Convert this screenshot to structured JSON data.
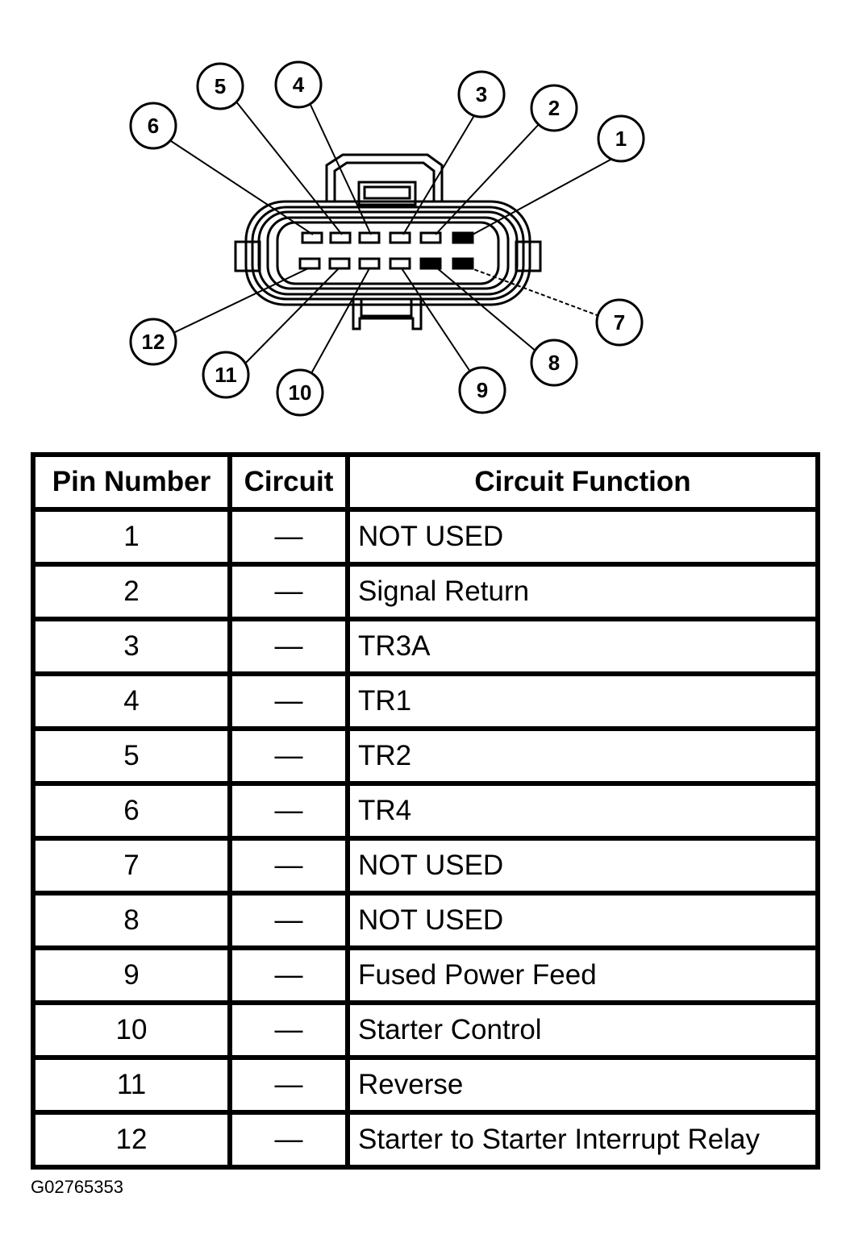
{
  "diagram": {
    "callouts": [
      "1",
      "2",
      "3",
      "4",
      "5",
      "6",
      "7",
      "8",
      "9",
      "10",
      "11",
      "12"
    ]
  },
  "table": {
    "headers": [
      "Pin Number",
      "Circuit",
      "Circuit Function"
    ],
    "rows": [
      {
        "pin": "1",
        "circuit": "—",
        "function": "NOT USED"
      },
      {
        "pin": "2",
        "circuit": "—",
        "function": "Signal Return"
      },
      {
        "pin": "3",
        "circuit": "—",
        "function": "TR3A"
      },
      {
        "pin": "4",
        "circuit": "—",
        "function": "TR1"
      },
      {
        "pin": "5",
        "circuit": "—",
        "function": "TR2"
      },
      {
        "pin": "6",
        "circuit": "—",
        "function": "TR4"
      },
      {
        "pin": "7",
        "circuit": "—",
        "function": "NOT USED"
      },
      {
        "pin": "8",
        "circuit": "—",
        "function": "NOT USED"
      },
      {
        "pin": "9",
        "circuit": "—",
        "function": "Fused Power Feed"
      },
      {
        "pin": "10",
        "circuit": "—",
        "function": "Starter Control"
      },
      {
        "pin": "11",
        "circuit": "—",
        "function": "Reverse"
      },
      {
        "pin": "12",
        "circuit": "—",
        "function": "Starter to Starter Interrupt Relay"
      }
    ]
  },
  "figure_id": "G02765353"
}
